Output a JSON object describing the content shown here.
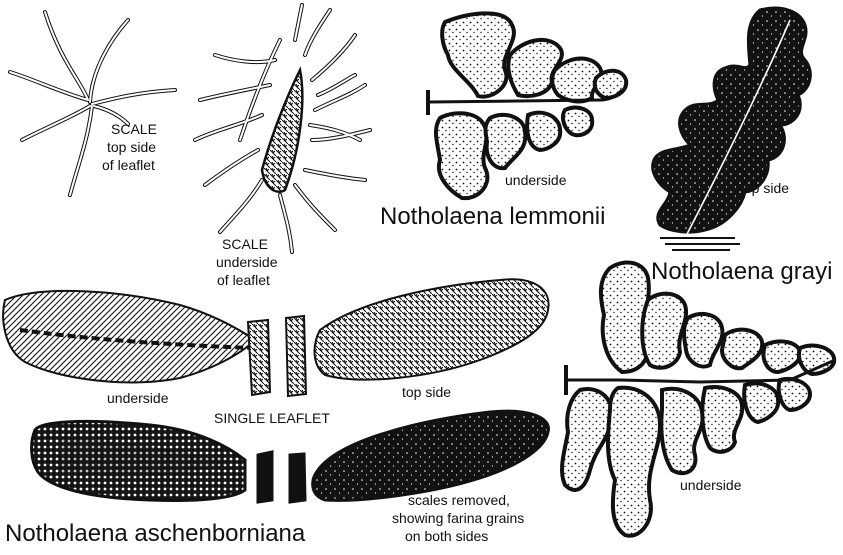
{
  "scales": {
    "top": {
      "title": "SCALE",
      "line2": "top side",
      "line3": "of leaflet"
    },
    "under": {
      "title": "SCALE",
      "line2": "underside",
      "line3": "of leaflet"
    }
  },
  "lemmonii": {
    "species": "Notholaena lemmonii",
    "side_label": "underside"
  },
  "grayi": {
    "species": "Notholaena grayi",
    "side_label": "top side"
  },
  "aschenborniana": {
    "species": "Notholaena aschenborniana",
    "underside_label": "underside",
    "topside_label": "top side",
    "single_leaflet_label": "SINGLE LEAFLET",
    "note_line1": "scales removed,",
    "note_line2": "showing farina grains",
    "note_line3": "on both sides"
  },
  "large_frond": {
    "side_label": "underside"
  },
  "colors": {
    "ink": "#111111",
    "paper": "#ffffff"
  }
}
